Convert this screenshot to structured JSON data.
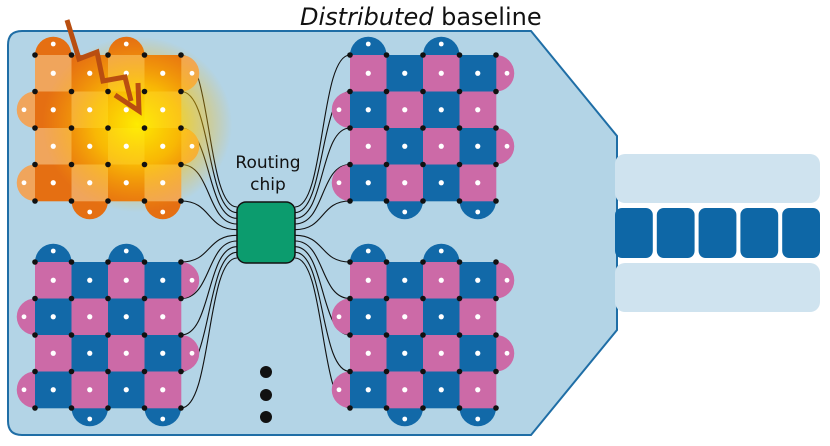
{
  "title": {
    "emphasis": "Distributed",
    "rest": " baseline"
  },
  "routing_chip": {
    "line1": "Routing",
    "line2": "chip"
  },
  "colors": {
    "panel": "#b3d4e6",
    "panel_stroke": "#1f6ea6",
    "blue": "#1269a8",
    "pink": "#cc6aa7",
    "chip": "#0c9c6e",
    "stack_light": "#cfe3ef",
    "stack_dark": "#0e67a6",
    "error_arrow": "#b94e10"
  },
  "tiles": [
    {
      "name": "tile-top-left",
      "state": "error"
    },
    {
      "name": "tile-top-right",
      "state": "normal"
    },
    {
      "name": "tile-bottom-left",
      "state": "normal"
    },
    {
      "name": "tile-bottom-right",
      "state": "normal"
    }
  ],
  "more_tiles_indicator": "ellipsis-vertical",
  "stack": {
    "light_rows": 2,
    "dark_row_blocks": 5
  }
}
